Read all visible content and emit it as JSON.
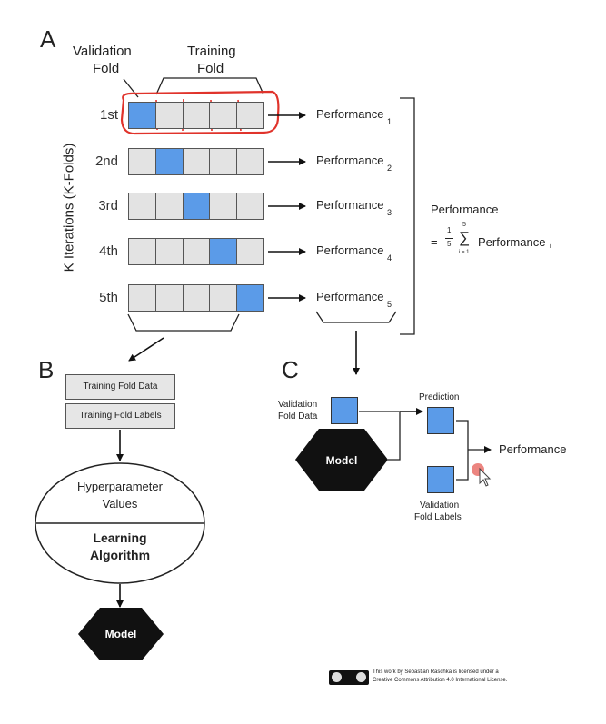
{
  "panel_a": {
    "letter": "A",
    "validation_fold": [
      "Validation",
      "Fold"
    ],
    "training_fold": [
      "Training",
      "Fold"
    ],
    "axis_label": "K Iterations (K-Folds)",
    "rows": [
      {
        "label": "1st",
        "perf": "Performance",
        "sub": "1",
        "val_index": 0
      },
      {
        "label": "2nd",
        "perf": "Performance",
        "sub": "2",
        "val_index": 1
      },
      {
        "label": "3rd",
        "perf": "Performance",
        "sub": "3",
        "val_index": 2
      },
      {
        "label": "4th",
        "perf": "Performance",
        "sub": "4",
        "val_index": 3
      },
      {
        "label": "5th",
        "perf": "Performance",
        "sub": "5",
        "val_index": 4
      }
    ],
    "summary_title": "Performance",
    "formula_eq": "=",
    "formula_num": "1",
    "formula_den": "5",
    "formula_sum": "∑",
    "formula_top": "5",
    "formula_bottom": "i = 1",
    "formula_term": "Performance",
    "formula_sub": "i"
  },
  "panel_b": {
    "letter": "B",
    "data_box": "Training Fold Data",
    "labels_box": "Training Fold Labels",
    "hyper": [
      "Hyperparameter",
      "Values"
    ],
    "algo": [
      "Learning",
      "Algorithm"
    ],
    "model": "Model"
  },
  "panel_c": {
    "letter": "C",
    "val_data": [
      "Validation",
      "Fold Data"
    ],
    "model": "Model",
    "prediction": "Prediction",
    "val_labels": [
      "Validation",
      "Fold Labels"
    ],
    "performance": "Performance"
  },
  "license": [
    "This work by Sebastian Raschka is licensed under a",
    "Creative Commons Attribution 4.0 International License."
  ],
  "colors": {
    "accent_blue": "#5b9be8",
    "fold_gray": "#e3e3e3",
    "annotation_red": "#e0332b",
    "box_gray": "#e6e6e6"
  }
}
